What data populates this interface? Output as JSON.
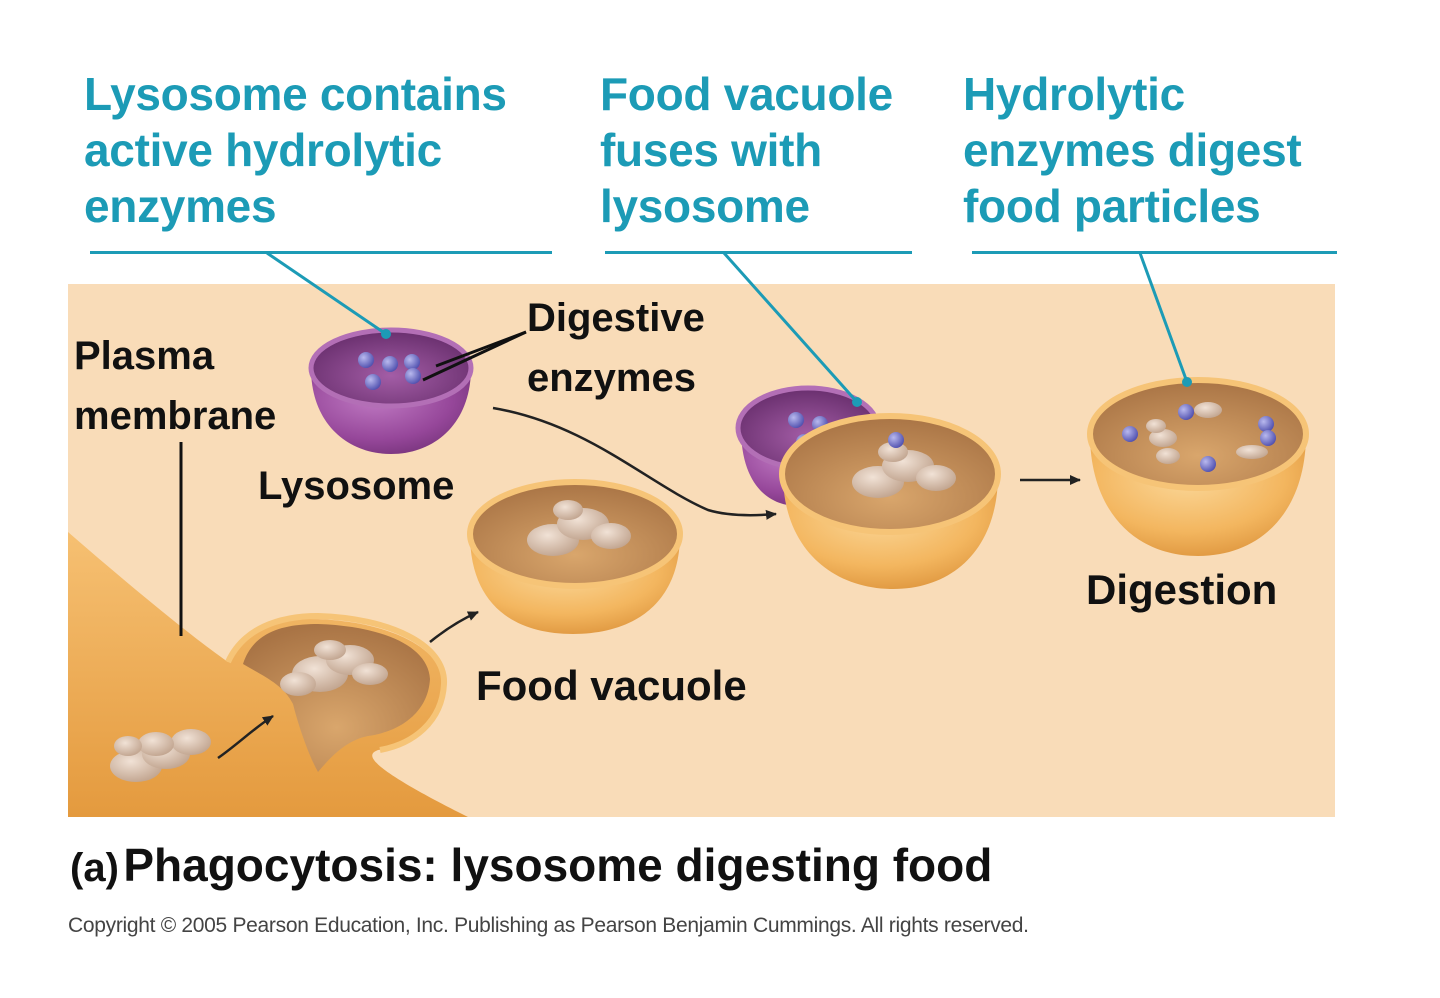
{
  "callouts": {
    "lysosome_contains": "Lysosome contains\nactive hydrolytic\nenzymes",
    "vacuole_fuses": "Food vacuole\nfuses with\nlysosome",
    "enzymes_digest": "Hydrolytic\nenzymes digest\nfood particles"
  },
  "labels": {
    "plasma_membrane": "Plasma\nmembrane",
    "digestive_enzymes": "Digestive\nenzymes",
    "lysosome": "Lysosome",
    "food_vacuole": "Food vacuole",
    "digestion": "Digestion"
  },
  "caption": {
    "tag": "(a)",
    "title": "Phagocytosis: lysosome digesting food"
  },
  "copyright": "Copyright © 2005 Pearson Education, Inc. Publishing as Pearson Benjamin Cummings. All rights reserved.",
  "colors": {
    "callout": "#1c9bb6",
    "panel": "#f9dcb8",
    "membrane": "#f0ad55",
    "lysosome": "#8e3f91",
    "enzyme": "#6f6fc4",
    "food": "#d8c0ad"
  }
}
